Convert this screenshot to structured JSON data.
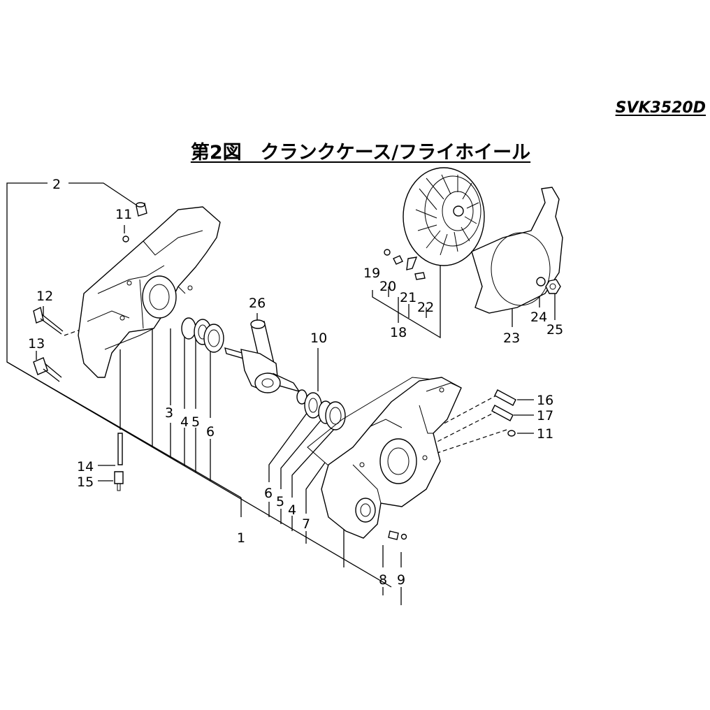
{
  "header": {
    "model_code": "SVK3520D",
    "title": "第2図　クランクケース/フライホイール"
  },
  "callouts": {
    "c1": "1",
    "c2": "2",
    "c3": "3",
    "c4a": "4",
    "c4b": "4",
    "c5a": "5",
    "c5b": "5",
    "c6a": "6",
    "c6b": "6",
    "c7": "7",
    "c8": "8",
    "c9": "9",
    "c10": "10",
    "c11a": "11",
    "c11b": "11",
    "c12": "12",
    "c13": "13",
    "c14": "14",
    "c15": "15",
    "c16": "16",
    "c17": "17",
    "c18": "18",
    "c19": "19",
    "c20": "20",
    "c21": "21",
    "c22": "22",
    "c23": "23",
    "c24": "24",
    "c25": "25",
    "c26": "26"
  }
}
